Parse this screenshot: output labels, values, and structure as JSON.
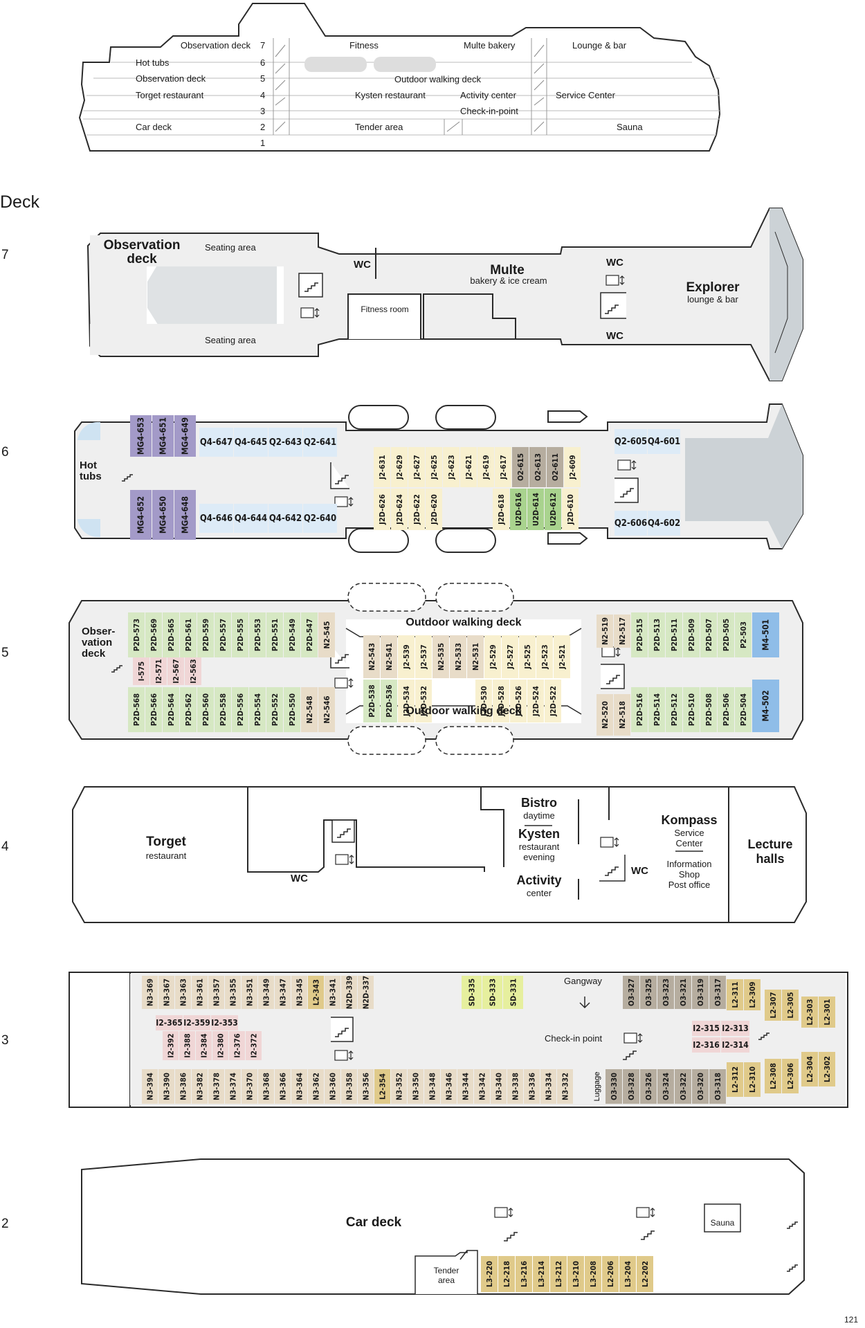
{
  "heading": "Deck",
  "page_number": "121",
  "colors": {
    "outline": "#2a2a2a",
    "floor": "#efefef",
    "bow": "#ccd2d6",
    "pool": "#cfe3f2",
    "cab_mg": "#a39ac8",
    "cab_q": "#ddebf7",
    "cab_j": "#f8f0cf",
    "cab_j2d": "#f8f0cf",
    "cab_u2d": "#a9d38e",
    "cab_p2d": "#d6e8c3",
    "cab_n": "#e8dcc8",
    "cab_i": "#f0d6d6",
    "cab_m4": "#8fbde8",
    "cab_sd": "#e6ef9e",
    "cab_o3": "#b6ad9f",
    "cab_l": "#e0ca8a"
  },
  "profile": {
    "decks": [
      {
        "num": "7",
        "left": "Observation deck",
        "mid1": "Fitness",
        "mid2": "Multe bakery",
        "right": "Lounge & bar"
      },
      {
        "num": "6",
        "left": "Hot tubs",
        "mid1": "",
        "mid2": "",
        "right": ""
      },
      {
        "num": "5",
        "left": "Observation deck",
        "mid1": "Outdoor walking deck",
        "mid2": "",
        "right": ""
      },
      {
        "num": "4",
        "left": "Torget restaurant",
        "mid1": "Kysten restaurant",
        "mid2": "Activity center",
        "right": "Service Center"
      },
      {
        "num": "3",
        "left": "",
        "mid1": "",
        "mid2": "Check-in-point",
        "right": ""
      },
      {
        "num": "2",
        "left": "Car deck",
        "mid1": "Tender area",
        "mid2": "",
        "right": "Sauna"
      },
      {
        "num": "1",
        "left": "",
        "mid1": "",
        "mid2": "",
        "right": ""
      }
    ]
  },
  "deck7": {
    "num": "7",
    "obs_title": "Observation deck",
    "seating_top": "Seating area",
    "seating_bottom": "Seating area",
    "wc1": "WC",
    "fitness": "Fitness room",
    "multe_title": "Multe",
    "multe_sub": "bakery & ice cream",
    "wc2": "WC",
    "wc3": "WC",
    "explorer_title": "Explorer",
    "explorer_sub": "lounge & bar"
  },
  "deck6": {
    "num": "6",
    "hot_tubs": "Hot tubs",
    "mg_top": [
      "MG4-653",
      "MG4-651",
      "MG4-649"
    ],
    "mg_bottom": [
      "MG4-652",
      "MG4-650",
      "MG4-648"
    ],
    "q_top": [
      "Q4-647",
      "Q4-645",
      "Q2-643",
      "Q2-641"
    ],
    "q_bottom": [
      "Q4-646",
      "Q4-644",
      "Q4-642",
      "Q2-640"
    ],
    "mid_top": [
      "J2-631",
      "J2-629",
      "J2-627",
      "J2-625",
      "J2-623",
      "J2-621",
      "J2-619",
      "J2-617",
      "O2-615",
      "O2-613",
      "O2-611",
      "J2-609"
    ],
    "mid_bottom_left": [
      "J2D-626",
      "J2D-624",
      "J2D-622",
      "J2D-620"
    ],
    "mid_bottom_right": [
      "J2D-618",
      "U2D-616",
      "U2D-614",
      "U2D-612",
      "J2D-610"
    ],
    "fore_top": [
      "Q2-605",
      "Q4-601"
    ],
    "fore_bottom": [
      "Q2-606",
      "Q4-602"
    ]
  },
  "deck5": {
    "num": "5",
    "obs": "Obser- vation deck",
    "walk_top": "Outdoor walking deck",
    "walk_bottom": "Outdoor walking deck",
    "aft_top": [
      "P2D-573",
      "P2D-569",
      "P2D-565",
      "P2D-561",
      "P2D-559",
      "P2D-557",
      "P2D-555",
      "P2D-553",
      "P2D-551",
      "P2D-549",
      "P2D-547",
      "N2-545"
    ],
    "aft_mid": [
      "I-575",
      "I2-571",
      "I2-567",
      "I2-563"
    ],
    "aft_bottom": [
      "P2D-568",
      "P2D-566",
      "P2D-564",
      "P2D-562",
      "P2D-560",
      "P2D-558",
      "P2D-556",
      "P2D-554",
      "P2D-552",
      "P2D-550",
      "N2-548",
      "N2-546"
    ],
    "mid_top": [
      "N2-543",
      "N2-541",
      "J2-539",
      "J2-537",
      "N2-535",
      "N2-533",
      "N2-531",
      "J2-529",
      "J2-527",
      "J2-525",
      "J2-523",
      "J2-521"
    ],
    "mid_bottom_left": [
      "P2D-538",
      "P2D-536",
      "J2D-534",
      "J2D-532"
    ],
    "mid_bottom_right": [
      "J2D-530",
      "J2D-528",
      "J2D-526",
      "J2D-524",
      "J2D-522"
    ],
    "fore_n_top": [
      "N2-519",
      "N2-517"
    ],
    "fore_top": [
      "P2D-515",
      "P2D-513",
      "P2D-511",
      "P2D-509",
      "P2D-507",
      "P2D-505",
      "P2-503"
    ],
    "m_top": "M4-501",
    "fore_n_bottom": [
      "N2-520",
      "N2-518"
    ],
    "fore_bottom": [
      "P2D-516",
      "P2D-514",
      "P2D-512",
      "P2D-510",
      "P2D-508",
      "P2D-506",
      "P2D-504"
    ],
    "m_bottom": "M4-502"
  },
  "deck4": {
    "num": "4",
    "torget": "Torget",
    "torget_sub": "restaurant",
    "wc1": "WC",
    "bistro": "Bistro",
    "bistro_sub": "daytime",
    "kysten": "Kysten",
    "kysten_sub1": "restaurant",
    "kysten_sub2": "evening",
    "activity": "Activity",
    "activity_sub": "center",
    "wc2": "WC",
    "kompass": "Kompass",
    "kompass_sub1": "Service",
    "kompass_sub2": "Center",
    "info1": "Information",
    "info2": "Shop",
    "info3": "Post office",
    "lecture1": "Lecture",
    "lecture2": "halls"
  },
  "deck3": {
    "num": "3",
    "gangway": "Gangway",
    "checkin": "Check-in point",
    "luggage": "Luggage",
    "top_row": [
      "N3-369",
      "N3-367",
      "N3-363",
      "N3-361",
      "N3-357",
      "N3-355",
      "N3-351",
      "N3-349",
      "N3-347",
      "N3-345",
      "L2-343",
      "N3-341",
      "N2D-339",
      "N2D-337"
    ],
    "sd": [
      "SD-335",
      "SD-333",
      "SD-331"
    ],
    "o3_top": [
      "O3-327",
      "O3-325",
      "O3-323",
      "O3-321",
      "O3-319",
      "O3-317"
    ],
    "l_top": [
      "L2-311",
      "L2-309",
      "L2-307",
      "L2-305",
      "L2-303",
      "L2-301"
    ],
    "i_h": [
      "I2-365",
      "I2-359",
      "I2-353"
    ],
    "i_v": [
      "I2-392",
      "I2-388",
      "I2-384",
      "I2-380",
      "I2-376",
      "I2-372"
    ],
    "i_fwd": [
      "I2-315",
      "I2-313",
      "I2-316",
      "I2-314"
    ],
    "bottom_row": [
      "N3-394",
      "N3-390",
      "N3-386",
      "N3-382",
      "N3-378",
      "N3-374",
      "N3-370",
      "N3-368",
      "N3-366",
      "N3-364",
      "N3-362",
      "N3-360",
      "N3-358",
      "N3-356",
      "L2-354",
      "N3-352",
      "N3-350",
      "N3-348",
      "N3-346",
      "N3-344",
      "N3-342",
      "N3-340",
      "N3-338",
      "N3-336",
      "N3-334",
      "N3-332"
    ],
    "o3_bottom": [
      "O3-330",
      "O3-328",
      "O3-326",
      "O3-324",
      "O3-322",
      "O3-320",
      "O3-318"
    ],
    "l_bottom": [
      "L2-312",
      "L2-310",
      "L2-308",
      "L2-306",
      "L2-304",
      "L2-302"
    ]
  },
  "deck2": {
    "num": "2",
    "car_deck": "Car deck",
    "tender1": "Tender",
    "tender2": "area",
    "sauna": "Sauna",
    "cabins": [
      "L3-220",
      "L2-218",
      "L3-216",
      "L3-214",
      "L3-212",
      "L3-210",
      "L3-208",
      "L2-206",
      "L3-204",
      "L2-202"
    ]
  }
}
